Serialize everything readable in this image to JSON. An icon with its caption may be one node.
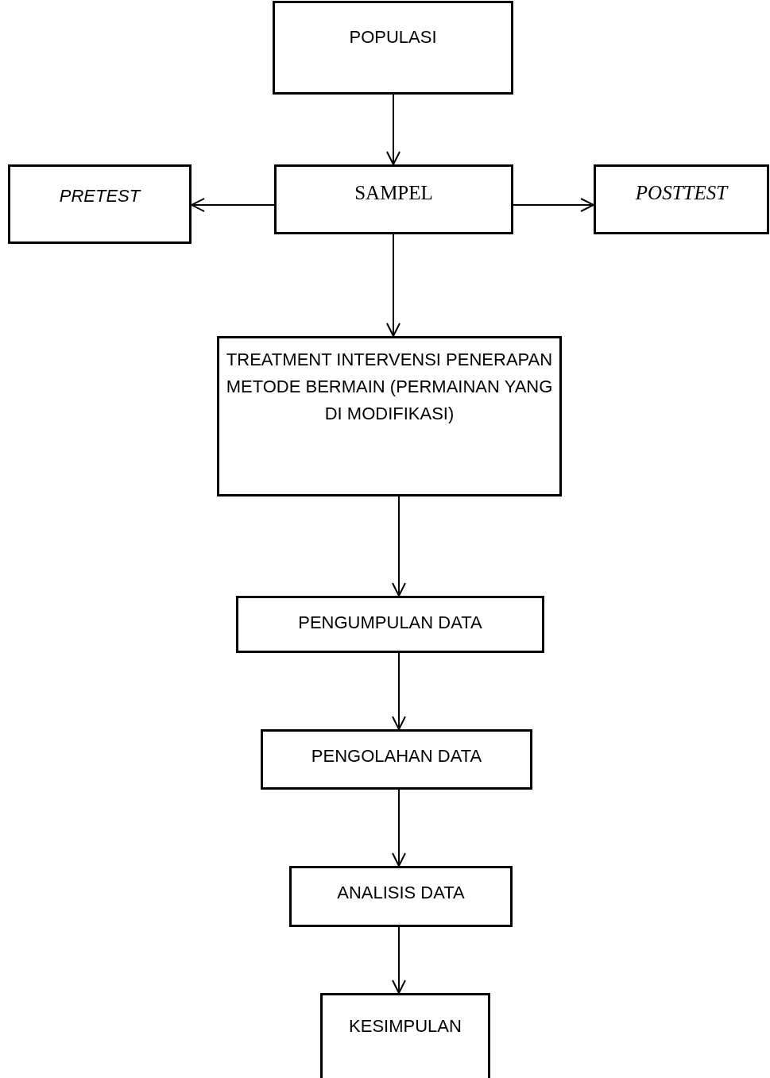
{
  "diagram": {
    "nodes": [
      {
        "text": [
          "POPULASI"
        ]
      },
      {
        "text": [
          "SAMPEL"
        ]
      },
      {
        "text": [
          "PRETEST"
        ]
      },
      {
        "text": [
          "POSTTEST"
        ]
      },
      {
        "text": [
          "TREATMENT INTERVENSI PENERAPAN METODE BERMAIN (PERMAINAN YANG DI MODIFIKASI)"
        ]
      },
      {
        "text": [
          "PENGUMPULAN DATA"
        ]
      },
      {
        "text": [
          "PENGOLAHAN DATA"
        ]
      },
      {
        "text": [
          "ANALISIS DATA"
        ]
      },
      {
        "text": [
          "KESIMPULAN"
        ]
      }
    ],
    "edges": [
      {
        "from": 0,
        "to": 1,
        "arrow": "to"
      },
      {
        "from": 1,
        "to": 2,
        "arrow": "to"
      },
      {
        "from": 1,
        "to": 3,
        "arrow": "to"
      },
      {
        "from": 1,
        "to": 4,
        "arrow": "to"
      },
      {
        "from": 4,
        "to": 5,
        "arrow": "to"
      },
      {
        "from": 5,
        "to": 6,
        "arrow": "to"
      },
      {
        "from": 6,
        "to": 7,
        "arrow": "to"
      },
      {
        "from": 7,
        "to": 8,
        "arrow": "to"
      }
    ]
  }
}
